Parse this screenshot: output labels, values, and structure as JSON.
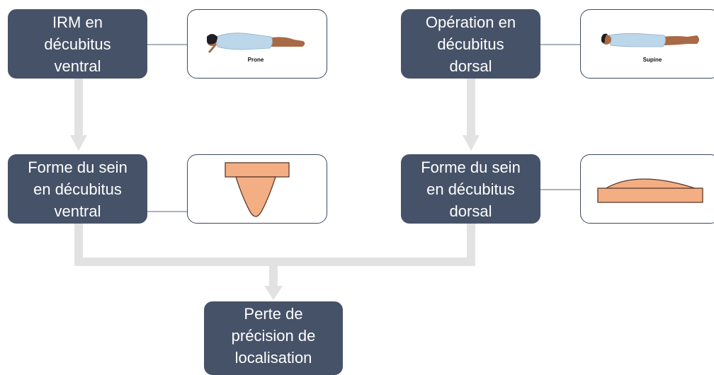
{
  "nodes": {
    "mri_prone": {
      "lines": [
        "IRM en",
        "décubitus",
        "ventral"
      ]
    },
    "surgery_supine": {
      "lines": [
        "Opération en",
        "décubitus",
        "dorsal"
      ]
    },
    "shape_prone": {
      "lines": [
        "Forme du sein",
        "en décubitus",
        "ventral"
      ]
    },
    "shape_supine": {
      "lines": [
        "Forme du sein",
        "en décubitus",
        "dorsal"
      ]
    },
    "loss_precision": {
      "lines": [
        "Perte de",
        "précision de",
        "localisation"
      ]
    }
  },
  "images": {
    "prone": {
      "caption": "Prone"
    },
    "supine": {
      "caption": "Supine"
    }
  },
  "colors": {
    "node_fill": "#465268",
    "node_text": "#ffffff",
    "arrow": "#e2e2e2",
    "breast_fill": "#f4ae84",
    "breast_stroke": "#5a3a2a",
    "gown": "#bcd6ea",
    "skin": "#a86a46",
    "hair": "#1e1e24"
  }
}
